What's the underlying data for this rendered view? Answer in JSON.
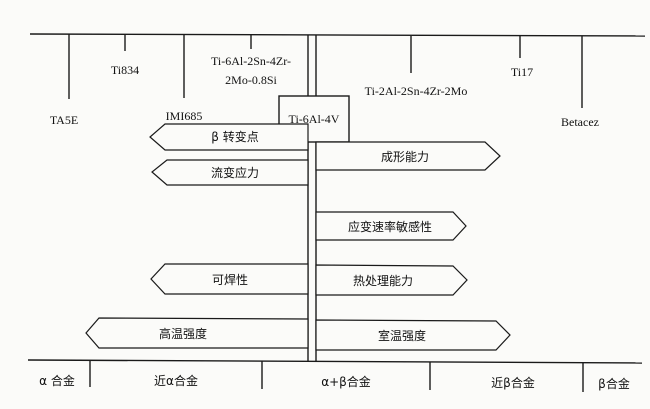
{
  "alloys": {
    "ta5e": "TA5E",
    "ti834": "Ti834",
    "imi685": "IMI685",
    "ti6242_line1": "Ti-6Al-2Sn-4Zr-",
    "ti6242_line2": "2Mo-0.8Si",
    "ti64": "Ti-6Al-4V",
    "ti2242": "Ti-2Al-2Sn-4Zr-2Mo",
    "ti17": "Ti17",
    "betacez": "Betacez"
  },
  "left_arrows": [
    "β 转变点",
    "流变应力",
    "可焊性",
    "高温强度"
  ],
  "right_arrows": [
    "成形能力",
    "应变速率敏感性",
    "热处理能力",
    "室温强度"
  ],
  "classes": [
    "α 合金",
    "近α合金",
    "α+β合金",
    "近β合金",
    "β合金"
  ]
}
